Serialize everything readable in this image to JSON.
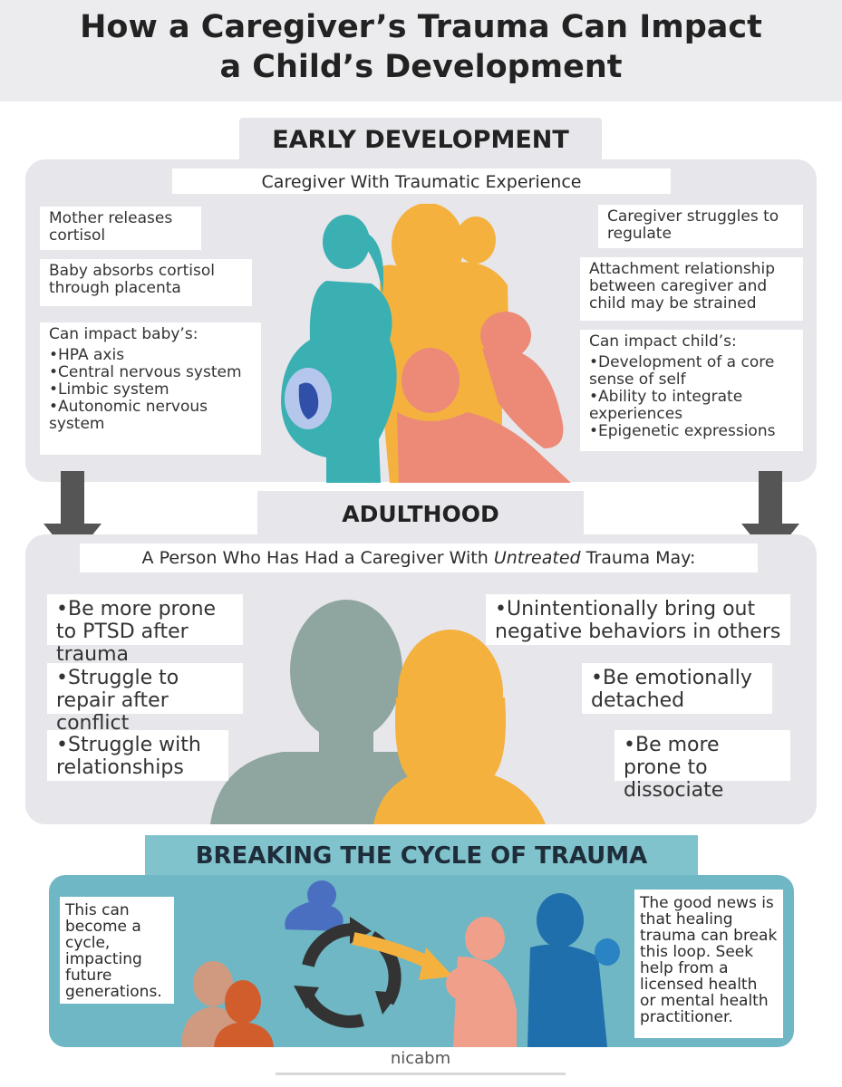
{
  "title": {
    "line1": "How a Caregiver’s Trauma Can Impact",
    "line2": "a Child’s Development"
  },
  "early": {
    "heading": "EARLY DEVELOPMENT",
    "subheading": "Caregiver With Traumatic Experience",
    "left": {
      "box1": "Mother releases cortisol",
      "box2": "Baby absorbs cortisol through placenta",
      "box3_title": "Can impact baby’s:",
      "box3_items": [
        "•HPA axis",
        "•Central nervous system",
        "•Limbic system",
        "•Autonomic nervous system"
      ]
    },
    "right": {
      "box1": "Caregiver struggles to regulate",
      "box2": "Attachment relationship between caregiver and child may be strained",
      "box3_title": "Can impact child’s:",
      "box3_items": [
        "•Development of a core sense of self",
        "•Ability to integrate experiences",
        "•Epigenetic expressions"
      ]
    }
  },
  "adult": {
    "heading": "ADULTHOOD",
    "subheading_pre": "A Person Who Has Had a Caregiver With ",
    "subheading_em": "Untreated",
    "subheading_post": " Trauma May:",
    "left": [
      "•Be more prone to PTSD after trauma",
      "•Struggle to repair after conflict",
      "•Struggle with relationships"
    ],
    "right": [
      "•Unintentionally bring out negative behaviors in others",
      "•Be emotionally detached",
      "•Be more prone to dissociate"
    ]
  },
  "breaking": {
    "heading": "BREAKING THE CYCLE OF TRAUMA",
    "left_text": "This can become a cycle, impacting future generations.",
    "right_text": "The good news is that healing trauma can break this loop. Seek help from a licensed health or mental health practitioner."
  },
  "footer": {
    "logo": "nicabm"
  },
  "colors": {
    "teal": "#3ab0b3",
    "orange": "#f4b13e",
    "salmon": "#ec8a77",
    "gray_green": "#8fa59f",
    "blue": "#1f6fad",
    "panel": "#e6e6eb",
    "arrow": "#555555",
    "cycle_teal": "#6fb7c4"
  }
}
